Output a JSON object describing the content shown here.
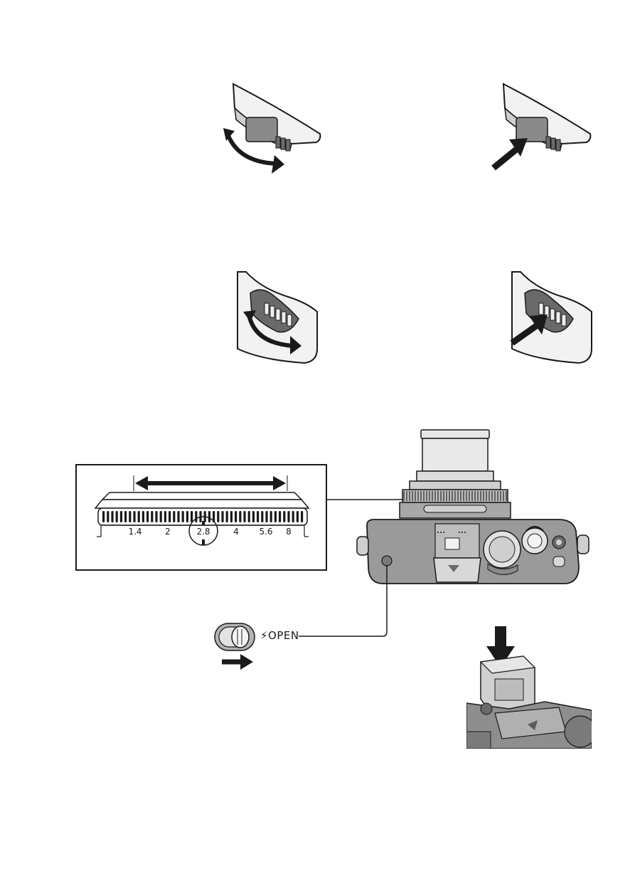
{
  "aperture_ring": {
    "marks": [
      "1.4",
      "2",
      "2.8",
      "4",
      "5.6",
      "8"
    ],
    "selected": "2.8"
  },
  "flash_switch": {
    "label": "OPEN",
    "icon": "lightning-bolt-icon"
  },
  "icons": {
    "rotate_arrow": "curved-double-arrow-icon",
    "press_arrow": "press-arrow-icon",
    "slide_arrow": "right-arrow-icon",
    "down_arrow": "down-arrow-icon"
  },
  "colors": {
    "ink": "#1a1a1a",
    "body_gray": "#9a9a9a",
    "light_gray": "#d8d8d8",
    "dark_gray": "#5a5a5a"
  }
}
